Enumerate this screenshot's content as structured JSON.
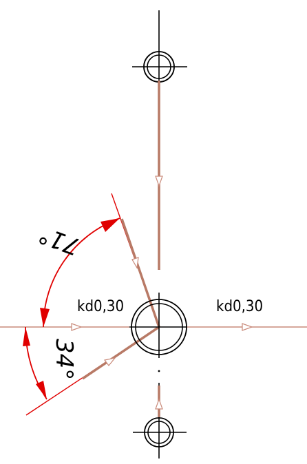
{
  "colors": {
    "background": "#ffffff",
    "axis": "#000000",
    "pipe": "#b87a66",
    "flow_thin": "#c98a7a",
    "dimension": "#e00000"
  },
  "labels": {
    "kd_left": "kd0,30",
    "kd_right": "kd0,30"
  },
  "angles": {
    "upper": "71°",
    "lower": "34°"
  },
  "symbols": {
    "top_node": "circle-crosshair-icon",
    "center_node": "circle-crosshair-icon",
    "bottom_node": "circle-crosshair-icon"
  }
}
